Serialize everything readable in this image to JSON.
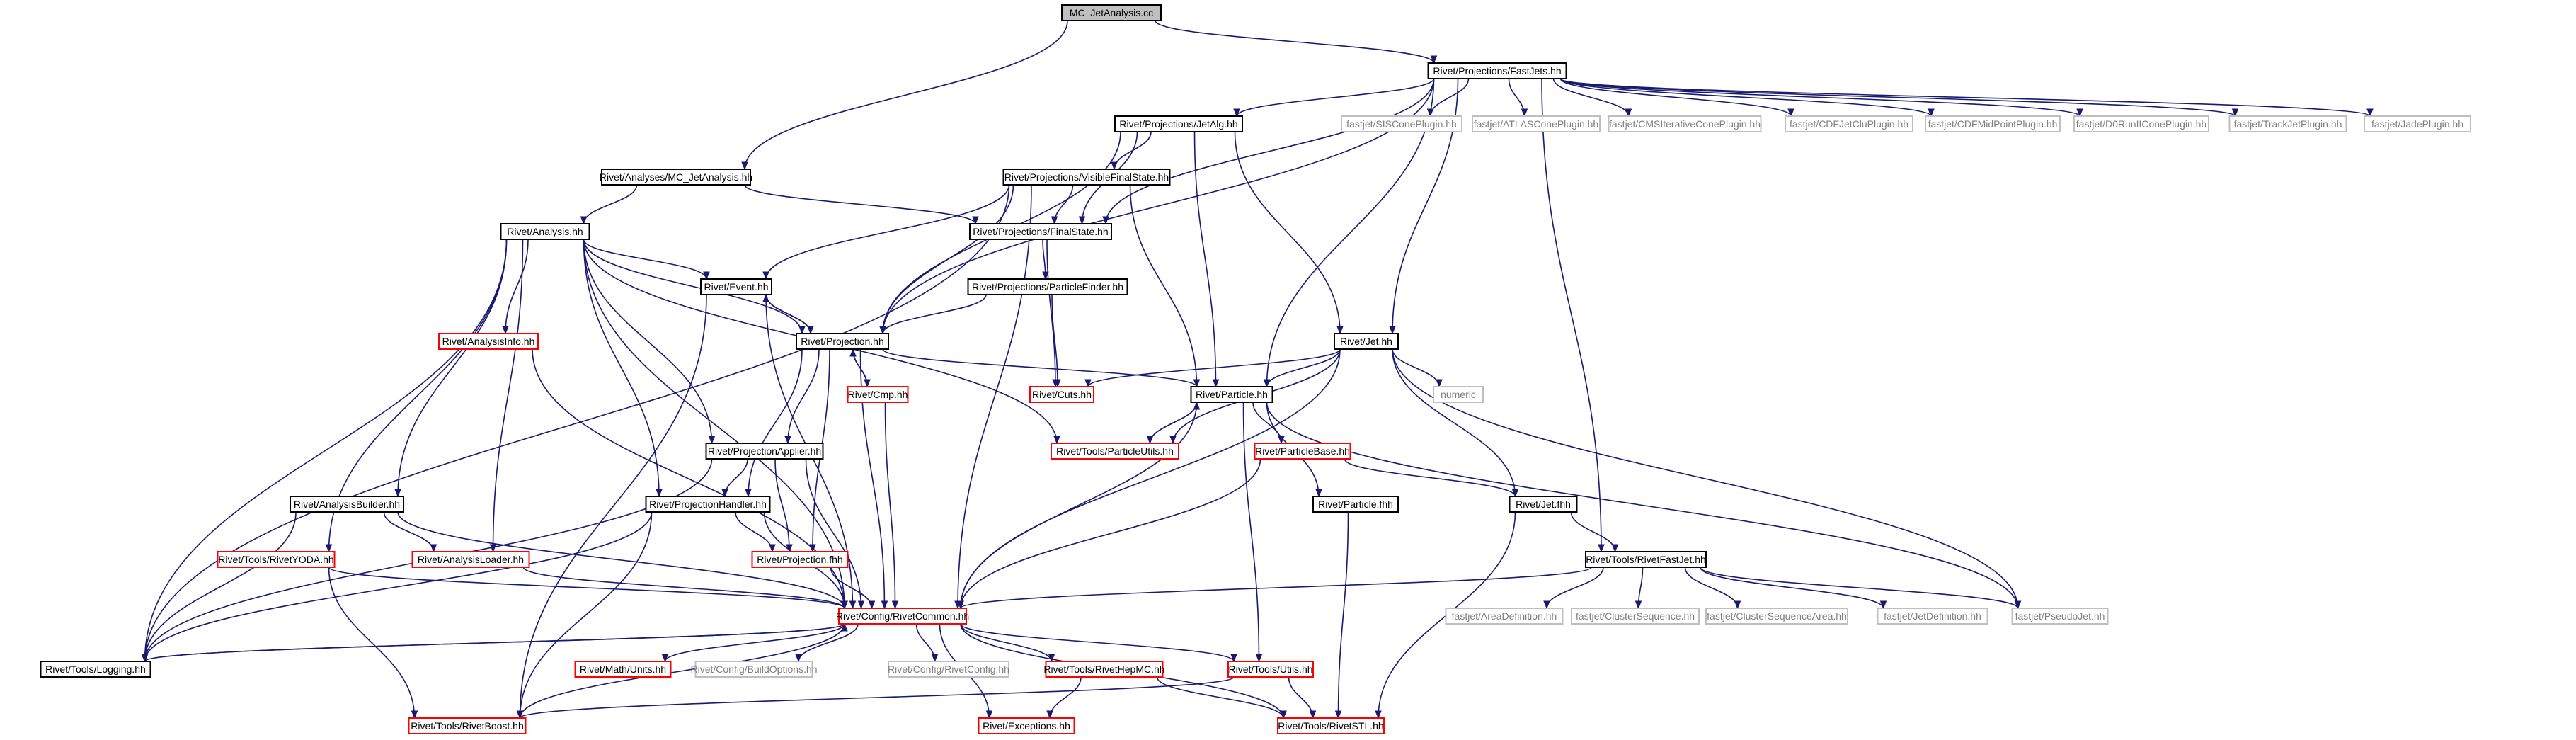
{
  "colors": {
    "edge": "#191970",
    "root_fill": "#bfbfbf",
    "black_border": "#000000",
    "red_border": "#ff0000",
    "gray_border": "#bfbfbf",
    "text": "#000000",
    "text_gray": "#7f7f7f"
  },
  "nodes": [
    {
      "id": "n_root",
      "label": "MC_JetAnalysis.cc",
      "style": "root"
    },
    {
      "id": "n_fastjets",
      "label": "Rivet/Projections/FastJets.hh",
      "style": "black"
    },
    {
      "id": "n_mcjet",
      "label": "Rivet/Analyses/MC_JetAnalysis.hh",
      "style": "black"
    },
    {
      "id": "n_jetalg",
      "label": "Rivet/Projections/JetAlg.hh",
      "style": "black"
    },
    {
      "id": "n_siscone",
      "label": "fastjet/SISConePlugin.hh",
      "style": "gray"
    },
    {
      "id": "n_atlascone",
      "label": "fastjet/ATLASConePlugin.hh",
      "style": "gray"
    },
    {
      "id": "n_cmsiter",
      "label": "fastjet/CMSIterativeConePlugin.hh",
      "style": "gray"
    },
    {
      "id": "n_cdfjetclu",
      "label": "fastjet/CDFJetCluPlugin.hh",
      "style": "gray"
    },
    {
      "id": "n_cdfmid",
      "label": "fastjet/CDFMidPointPlugin.hh",
      "style": "gray"
    },
    {
      "id": "n_d0run2",
      "label": "fastjet/D0RunIIConePlugin.hh",
      "style": "gray"
    },
    {
      "id": "n_trackjet",
      "label": "fastjet/TrackJetPlugin.hh",
      "style": "gray"
    },
    {
      "id": "n_jade",
      "label": "fastjet/JadePlugin.hh",
      "style": "gray"
    },
    {
      "id": "n_visfs",
      "label": "Rivet/Projections/VisibleFinalState.hh",
      "style": "black"
    },
    {
      "id": "n_analysis",
      "label": "Rivet/Analysis.hh",
      "style": "black"
    },
    {
      "id": "n_finalstate",
      "label": "Rivet/Projections/FinalState.hh",
      "style": "black"
    },
    {
      "id": "n_event",
      "label": "Rivet/Event.hh",
      "style": "black"
    },
    {
      "id": "n_pfinder",
      "label": "Rivet/Projections/ParticleFinder.hh",
      "style": "black"
    },
    {
      "id": "n_anainfo",
      "label": "Rivet/AnalysisInfo.hh",
      "style": "red"
    },
    {
      "id": "n_projection",
      "label": "Rivet/Projection.hh",
      "style": "black"
    },
    {
      "id": "n_jet",
      "label": "Rivet/Jet.hh",
      "style": "black"
    },
    {
      "id": "n_numeric",
      "label": "numeric",
      "style": "gray"
    },
    {
      "id": "n_cmp",
      "label": "Rivet/Cmp.hh",
      "style": "red"
    },
    {
      "id": "n_cuts",
      "label": "Rivet/Cuts.hh",
      "style": "red"
    },
    {
      "id": "n_particle",
      "label": "Rivet/Particle.hh",
      "style": "black"
    },
    {
      "id": "n_pautils",
      "label": "Rivet/Tools/ParticleUtils.hh",
      "style": "red"
    },
    {
      "id": "n_projapplier",
      "label": "Rivet/ProjectionApplier.hh",
      "style": "black"
    },
    {
      "id": "n_pbase",
      "label": "Rivet/ParticleBase.hh",
      "style": "red"
    },
    {
      "id": "n_abuilder",
      "label": "Rivet/AnalysisBuilder.hh",
      "style": "black"
    },
    {
      "id": "n_projhandler",
      "label": "Rivet/ProjectionHandler.hh",
      "style": "black"
    },
    {
      "id": "n_particlefhh",
      "label": "Rivet/Particle.fhh",
      "style": "black"
    },
    {
      "id": "n_jetfhh",
      "label": "Rivet/Jet.fhh",
      "style": "black"
    },
    {
      "id": "n_yoda",
      "label": "Rivet/Tools/RivetYODA.hh",
      "style": "red"
    },
    {
      "id": "n_aloader",
      "label": "Rivet/AnalysisLoader.hh",
      "style": "red"
    },
    {
      "id": "n_projfhh",
      "label": "Rivet/Projection.fhh",
      "style": "red"
    },
    {
      "id": "n_rfastjet",
      "label": "Rivet/Tools/RivetFastJet.hh",
      "style": "black"
    },
    {
      "id": "n_common",
      "label": "Rivet/Config/RivetCommon.hh",
      "style": "red"
    },
    {
      "id": "n_areadef",
      "label": "fastjet/AreaDefinition.hh",
      "style": "gray"
    },
    {
      "id": "n_cseq",
      "label": "fastjet/ClusterSequence.hh",
      "style": "gray"
    },
    {
      "id": "n_cseqarea",
      "label": "fastjet/ClusterSequenceArea.hh",
      "style": "gray"
    },
    {
      "id": "n_jetdef",
      "label": "fastjet/JetDefinition.hh",
      "style": "gray"
    },
    {
      "id": "n_pseudojet",
      "label": "fastjet/PseudoJet.hh",
      "style": "gray"
    },
    {
      "id": "n_logging",
      "label": "Rivet/Tools/Logging.hh",
      "style": "black"
    },
    {
      "id": "n_units",
      "label": "Rivet/Math/Units.hh",
      "style": "red"
    },
    {
      "id": "n_buildopts",
      "label": "Rivet/Config/BuildOptions.hh",
      "style": "gray"
    },
    {
      "id": "n_rconfig",
      "label": "Rivet/Config/RivetConfig.hh",
      "style": "gray"
    },
    {
      "id": "n_hepmc",
      "label": "Rivet/Tools/RivetHepMC.hh",
      "style": "red"
    },
    {
      "id": "n_utils",
      "label": "Rivet/Tools/Utils.hh",
      "style": "red"
    },
    {
      "id": "n_boost",
      "label": "Rivet/Tools/RivetBoost.hh",
      "style": "red"
    },
    {
      "id": "n_exceptions",
      "label": "Rivet/Exceptions.hh",
      "style": "red"
    },
    {
      "id": "n_stl",
      "label": "Rivet/Tools/RivetSTL.hh",
      "style": "red"
    }
  ],
  "edges": [
    [
      "n_root",
      "n_fastjets"
    ],
    [
      "n_root",
      "n_mcjet"
    ],
    [
      "n_fastjets",
      "n_jetalg"
    ],
    [
      "n_fastjets",
      "n_siscone"
    ],
    [
      "n_fastjets",
      "n_atlascone"
    ],
    [
      "n_fastjets",
      "n_cmsiter"
    ],
    [
      "n_fastjets",
      "n_cdfjetclu"
    ],
    [
      "n_fastjets",
      "n_cdfmid"
    ],
    [
      "n_fastjets",
      "n_d0run2"
    ],
    [
      "n_fastjets",
      "n_trackjet"
    ],
    [
      "n_fastjets",
      "n_jade"
    ],
    [
      "n_fastjets",
      "n_finalstate"
    ],
    [
      "n_fastjets",
      "n_projection"
    ],
    [
      "n_fastjets",
      "n_jet"
    ],
    [
      "n_fastjets",
      "n_particle"
    ],
    [
      "n_fastjets",
      "n_rfastjet"
    ],
    [
      "n_mcjet",
      "n_analysis"
    ],
    [
      "n_mcjet",
      "n_finalstate"
    ],
    [
      "n_jetalg",
      "n_visfs"
    ],
    [
      "n_jetalg",
      "n_finalstate"
    ],
    [
      "n_jetalg",
      "n_projection"
    ],
    [
      "n_jetalg",
      "n_jet"
    ],
    [
      "n_jetalg",
      "n_particle"
    ],
    [
      "n_visfs",
      "n_finalstate"
    ],
    [
      "n_visfs",
      "n_event"
    ],
    [
      "n_visfs",
      "n_projection"
    ],
    [
      "n_visfs",
      "n_particle"
    ],
    [
      "n_visfs",
      "n_logging"
    ],
    [
      "n_visfs",
      "n_common"
    ],
    [
      "n_analysis",
      "n_event"
    ],
    [
      "n_analysis",
      "n_projection"
    ],
    [
      "n_analysis",
      "n_anainfo"
    ],
    [
      "n_analysis",
      "n_pautils"
    ],
    [
      "n_analysis",
      "n_projapplier"
    ],
    [
      "n_analysis",
      "n_abuilder"
    ],
    [
      "n_analysis",
      "n_projhandler"
    ],
    [
      "n_analysis",
      "n_yoda"
    ],
    [
      "n_analysis",
      "n_aloader"
    ],
    [
      "n_analysis",
      "n_common"
    ],
    [
      "n_analysis",
      "n_logging"
    ],
    [
      "n_finalstate",
      "n_pfinder"
    ],
    [
      "n_finalstate",
      "n_cuts"
    ],
    [
      "n_pfinder",
      "n_cuts"
    ],
    [
      "n_pfinder",
      "n_projection"
    ],
    [
      "n_event",
      "n_projection"
    ],
    [
      "n_event",
      "n_common"
    ],
    [
      "n_event",
      "n_boost"
    ],
    [
      "n_anainfo",
      "n_common"
    ],
    [
      "n_projection",
      "n_event"
    ],
    [
      "n_projection",
      "n_cmp"
    ],
    [
      "n_projection",
      "n_particle"
    ],
    [
      "n_projection",
      "n_projapplier"
    ],
    [
      "n_projection",
      "n_projhandler"
    ],
    [
      "n_projection",
      "n_projfhh"
    ],
    [
      "n_projection",
      "n_common"
    ],
    [
      "n_cmp",
      "n_projection"
    ],
    [
      "n_cmp",
      "n_common"
    ],
    [
      "n_jet",
      "n_cuts"
    ],
    [
      "n_jet",
      "n_particle"
    ],
    [
      "n_jet",
      "n_pautils"
    ],
    [
      "n_jet",
      "n_numeric"
    ],
    [
      "n_jet",
      "n_jetfhh"
    ],
    [
      "n_jet",
      "n_common"
    ],
    [
      "n_jet",
      "n_pseudojet"
    ],
    [
      "n_particle",
      "n_pautils"
    ],
    [
      "n_particle",
      "n_pbase"
    ],
    [
      "n_particle",
      "n_particlefhh"
    ],
    [
      "n_particle",
      "n_common"
    ],
    [
      "n_particle",
      "n_utils"
    ],
    [
      "n_particle",
      "n_pseudojet"
    ],
    [
      "n_pautils",
      "n_particle"
    ],
    [
      "n_pbase",
      "n_jetfhh"
    ],
    [
      "n_pbase",
      "n_common"
    ],
    [
      "n_particlefhh",
      "n_stl"
    ],
    [
      "n_jetfhh",
      "n_rfastjet"
    ],
    [
      "n_jetfhh",
      "n_stl"
    ],
    [
      "n_projapplier",
      "n_projhandler"
    ],
    [
      "n_projapplier",
      "n_projfhh"
    ],
    [
      "n_projapplier",
      "n_common"
    ],
    [
      "n_projapplier",
      "n_logging"
    ],
    [
      "n_abuilder",
      "n_aloader"
    ],
    [
      "n_abuilder",
      "n_common"
    ],
    [
      "n_abuilder",
      "n_logging"
    ],
    [
      "n_projhandler",
      "n_projfhh"
    ],
    [
      "n_projhandler",
      "n_common"
    ],
    [
      "n_projhandler",
      "n_logging"
    ],
    [
      "n_projhandler",
      "n_boost"
    ],
    [
      "n_yoda",
      "n_common"
    ],
    [
      "n_yoda",
      "n_boost"
    ],
    [
      "n_aloader",
      "n_common"
    ],
    [
      "n_projfhh",
      "n_common"
    ],
    [
      "n_rfastjet",
      "n_common"
    ],
    [
      "n_rfastjet",
      "n_areadef"
    ],
    [
      "n_rfastjet",
      "n_cseq"
    ],
    [
      "n_rfastjet",
      "n_cseqarea"
    ],
    [
      "n_rfastjet",
      "n_jetdef"
    ],
    [
      "n_rfastjet",
      "n_pseudojet"
    ],
    [
      "n_common",
      "n_logging"
    ],
    [
      "n_common",
      "n_units"
    ],
    [
      "n_common",
      "n_buildopts"
    ],
    [
      "n_common",
      "n_rconfig"
    ],
    [
      "n_common",
      "n_hepmc"
    ],
    [
      "n_common",
      "n_utils"
    ],
    [
      "n_common",
      "n_boost"
    ],
    [
      "n_common",
      "n_exceptions"
    ],
    [
      "n_common",
      "n_stl"
    ],
    [
      "n_logging",
      "n_common"
    ],
    [
      "n_hepmc",
      "n_exceptions"
    ],
    [
      "n_hepmc",
      "n_stl"
    ],
    [
      "n_utils",
      "n_boost"
    ],
    [
      "n_utils",
      "n_stl"
    ]
  ]
}
